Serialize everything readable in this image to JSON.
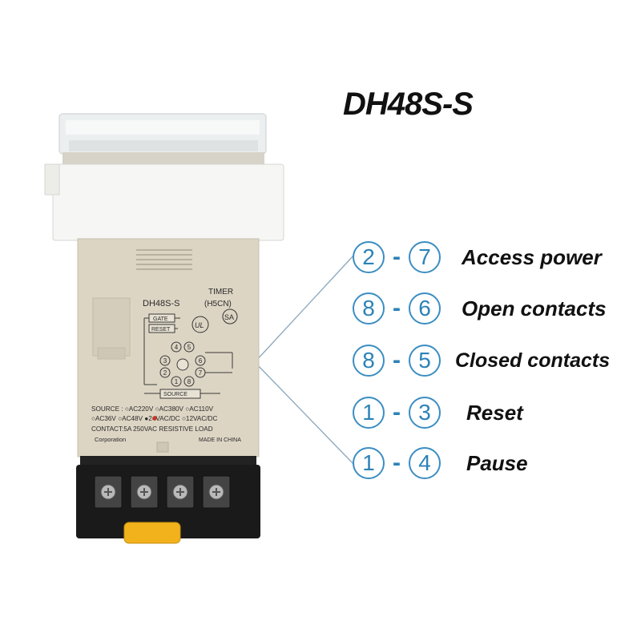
{
  "title": "DH48S-S",
  "device": {
    "model": "DH48S-S",
    "type_label": "TIMER",
    "type_code": "(H5CN)",
    "gate_label": "GATE",
    "reset_label": "RESET",
    "source_label": "SOURCE",
    "ul_mark": "UL",
    "csa_mark": "SA",
    "source_line1": "SOURCE : ○AC220V  ○AC380V  ○AC110V",
    "source_line2": "○AC36V  ○AC48V  ●24VAC/DC  ○12VAC/DC",
    "contact_line": "CONTACT:5A 250VAC RESISTIVE LOAD",
    "corporation": "Corporation",
    "made_in": "MADE IN CHINA",
    "terminals": [
      "1",
      "2",
      "3",
      "4",
      "5",
      "6",
      "7",
      "8"
    ],
    "colors": {
      "body": "#ddd5c4",
      "socket": "#1a1a1a",
      "clip": "#f2b21c",
      "wire": "#8aa7bd"
    }
  },
  "pins": [
    {
      "a": "2",
      "b": "7",
      "label": "Access power"
    },
    {
      "a": "8",
      "b": "6",
      "label": "Open contacts"
    },
    {
      "a": "8",
      "b": "5",
      "label": "Closed contacts"
    },
    {
      "a": "1",
      "b": "3",
      "label": "Reset"
    },
    {
      "a": "1",
      "b": "4",
      "label": "Pause"
    }
  ],
  "circle_color": "#2c82b8"
}
